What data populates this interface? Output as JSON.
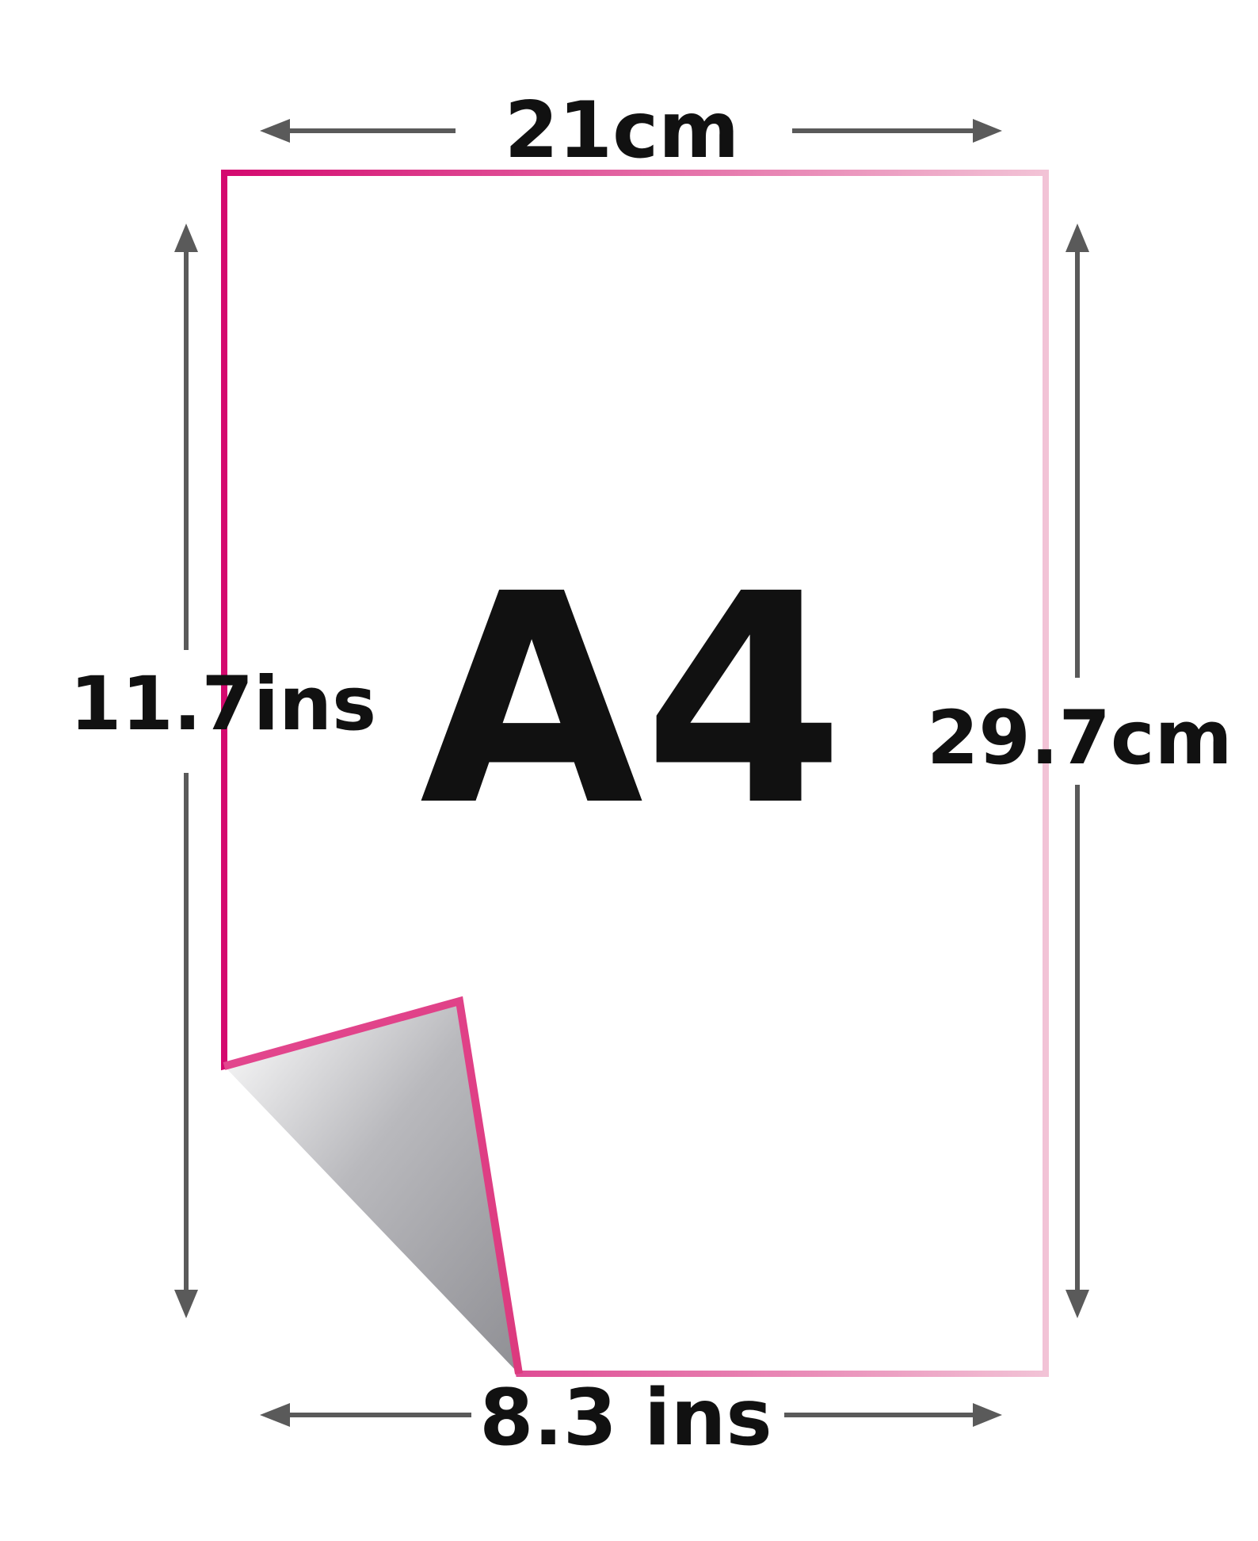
{
  "paper": {
    "label": "A4",
    "width_cm": "21cm",
    "height_cm": "29.7cm",
    "width_in": "8.3 ins",
    "height_in": "11.7ins"
  },
  "colors": {
    "border_dark": "#d4096f",
    "border_light": "#f2c3d6",
    "arrow": "#5a5a5a",
    "text": "#111111",
    "curl_dark": "#8f8f94",
    "curl_light": "#ffffff"
  },
  "icons": [
    "left-arrow-icon",
    "right-arrow-icon",
    "up-arrow-icon",
    "down-arrow-icon",
    "page-curl-icon"
  ]
}
